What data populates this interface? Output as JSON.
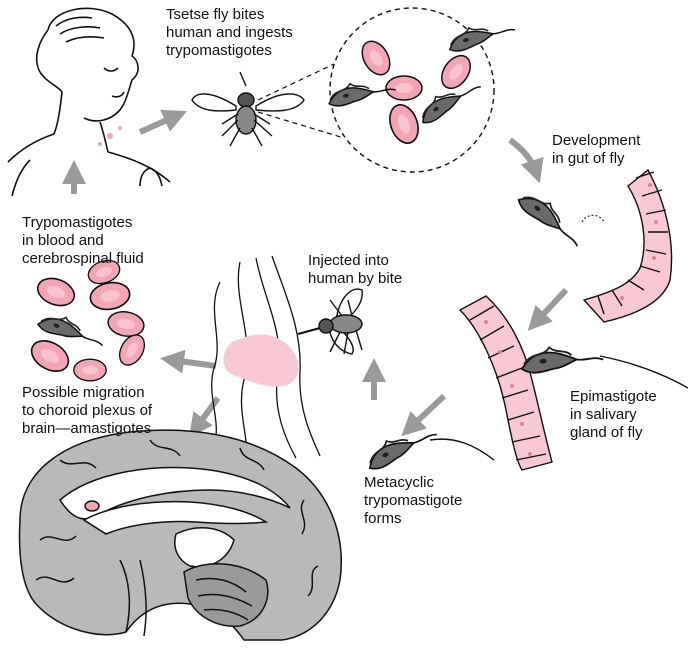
{
  "diagram": {
    "labels": {
      "tsetse_bite": [
        "Tsetse fly bites",
        "human and ingests",
        "trypomastigotes"
      ],
      "gut_development": [
        "Development",
        "in gut of fly"
      ],
      "blood_csf": [
        "Trypomastigotes",
        "in blood and",
        "cerebrospinal fluid"
      ],
      "injected": [
        "Injected into",
        "human by bite"
      ],
      "epimastigote": [
        "Epimastigote",
        "in salivary",
        "gland of fly"
      ],
      "migration": [
        "Possible migration",
        "to choroid plexus of",
        "brain—amastigotes"
      ],
      "metacyclic": [
        "Metacyclic",
        "trypomastigote",
        "forms"
      ]
    },
    "colors": {
      "rbc_fill": "#f2a6b5",
      "rbc_light": "#f7c3ce",
      "tissue_pink": "#f8c8d4",
      "parasite_body": "#6b6b6b",
      "parasite_dark": "#333333",
      "arrow_gray": "#9a9a9a",
      "brain_gray": "#b9b9b9",
      "outline": "#111111"
    },
    "icons": [
      "human-figure-icon",
      "tsetse-fly-icon",
      "brain-section-icon",
      "trypanosome-icon",
      "red-blood-cell-icon",
      "salivary-gland-icon",
      "gut-epithelium-icon"
    ]
  }
}
